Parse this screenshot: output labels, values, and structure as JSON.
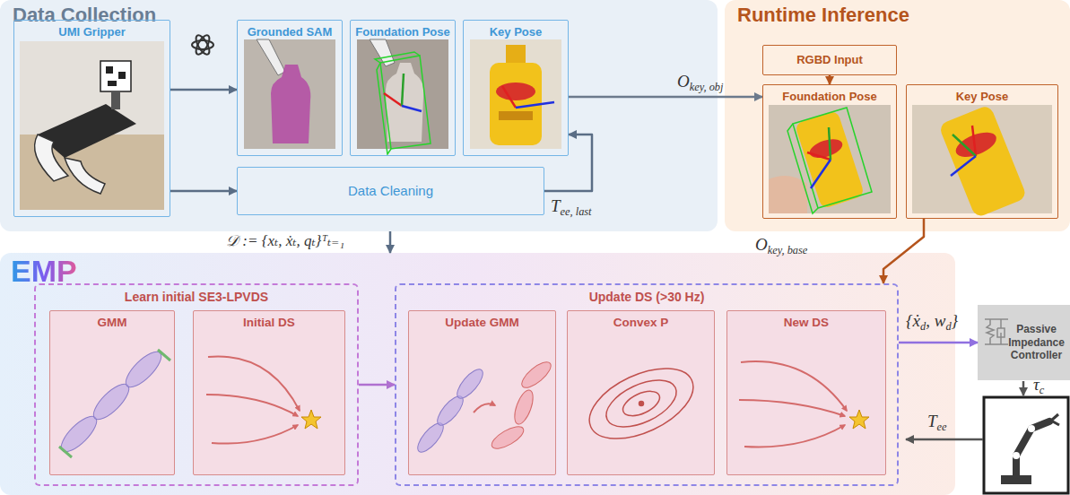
{
  "diagram": {
    "nodes": [
      {
        "text": [
          "Data Collection"
        ]
      },
      {
        "text": [
          "UMI Gripper"
        ],
        "in": 0
      },
      {
        "text": [
          "Grounded SAM"
        ],
        "in": 0
      },
      {
        "text": [
          "Foundation Pose"
        ],
        "in": 0
      },
      {
        "text": [
          "Key Pose"
        ],
        "in": 0
      },
      {
        "text": [
          "Data Cleaning"
        ],
        "in": 0
      },
      {
        "text": [
          "Runtime Inference"
        ]
      },
      {
        "text": [
          "RGBD Input"
        ],
        "in": 6
      },
      {
        "text": [
          "Foundation Pose"
        ],
        "in": 6
      },
      {
        "text": [
          "Key Pose"
        ],
        "in": 6
      },
      {
        "text": [
          "EMP"
        ]
      },
      {
        "text": [
          "Learn initial SE3-LPVDS"
        ],
        "in": 10
      },
      {
        "text": [
          "GMM"
        ],
        "in": 11
      },
      {
        "text": [
          "Initial DS"
        ],
        "in": 11
      },
      {
        "text": [
          "Update DS (>30 Hz)"
        ],
        "in": 10
      },
      {
        "text": [
          "Update GMM"
        ],
        "in": 14
      },
      {
        "text": [
          "Convex P"
        ],
        "in": 14
      },
      {
        "text": [
          "New DS"
        ],
        "in": 14
      },
      {
        "text": [
          "Passive Impedance Controller"
        ]
      }
    ],
    "edges": [
      {
        "from": 1,
        "to": 2,
        "arrow": "to"
      },
      {
        "from": 1,
        "to": 5,
        "arrow": "to"
      },
      {
        "from": 5,
        "to": 4,
        "label": "Tee, last",
        "arrow": "to"
      },
      {
        "from": 4,
        "to": 8,
        "label": "Okey, obj",
        "arrow": "to"
      },
      {
        "from": 7,
        "to": 8,
        "arrow": "to"
      },
      {
        "from": 0,
        "to": 10,
        "label": "𝒟 := {xₜ, ẋₜ, qₜ}ᵀₜ₌₁",
        "arrow": "to"
      },
      {
        "from": 9,
        "to": 14,
        "label": "Okey, base",
        "arrow": "to"
      },
      {
        "from": 11,
        "to": 14,
        "arrow": "to"
      },
      {
        "from": 14,
        "to": 18,
        "label": "{ẋd, wd}",
        "arrow": "to"
      }
    ],
    "labels": [
      "τc",
      "Tee"
    ]
  }
}
